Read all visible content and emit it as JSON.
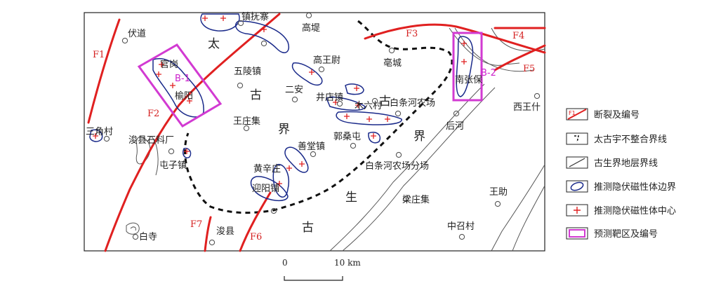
{
  "colors": {
    "fault": "#e02020",
    "anomaly_boundary": "#1a2a8a",
    "anomaly_center": "#e02020",
    "target_area": "#d23ad2",
    "stratum_line": "#555555",
    "unconformity": "#111111"
  },
  "map": {
    "regions": [
      "太",
      "古",
      "界",
      "古",
      "界",
      "生",
      "古"
    ],
    "places": [
      "伏道",
      "镇抚寨",
      "高堤",
      "高王尉",
      "亳城",
      "五陵镇",
      "二安",
      "井店镇",
      "木六村",
      "白条河农场",
      "西王什",
      "官岗",
      "榆阳",
      "南张保",
      "王庄集",
      "郭桑屯",
      "后河",
      "三角村",
      "浚县石料厂",
      "善堂镇",
      "屯子镇",
      "白条河农场分场",
      "黄辛庄",
      "迎阳铺",
      "梁庄集",
      "王助",
      "中召村",
      "白寺",
      "浚县"
    ],
    "faults": [
      "F1",
      "F2",
      "F3",
      "F4",
      "F5",
      "F6",
      "F7"
    ],
    "targets": [
      "B-1",
      "B-2"
    ]
  },
  "scale": {
    "start": "0",
    "end": "10 km"
  },
  "legend": [
    {
      "icon": "fault-icon",
      "label": "断裂及编号",
      "icon_text": "F1"
    },
    {
      "icon": "unconformity-icon",
      "label": "太古宇不整合界线"
    },
    {
      "icon": "stratum-boundary-icon",
      "label": "古生界地层界线"
    },
    {
      "icon": "anomaly-boundary-icon",
      "label": "推测隐伏磁性体边界"
    },
    {
      "icon": "anomaly-center-icon",
      "label": "推测隐伏磁性体中心"
    },
    {
      "icon": "target-area-icon",
      "label": "预测靶区及编号"
    }
  ]
}
